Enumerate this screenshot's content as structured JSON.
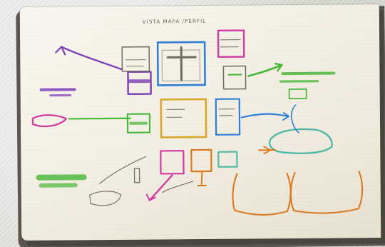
{
  "image": {
    "title": "VISTA MAPA /PERFIL",
    "colors": {
      "paper": "#f5f0e4",
      "ink_gray": "#7a7468",
      "purple": "#7b3fb8",
      "blue": "#2f7ed8",
      "magenta": "#d13ba2",
      "green": "#48b83a",
      "orange": "#dc7a21",
      "mustard": "#d8a72c",
      "teal": "#52b9a7"
    },
    "visual_elements": [
      "central wireframe panel",
      "connected hand-drawn boxes",
      "color-coded arrows",
      "annotation clusters"
    ]
  }
}
